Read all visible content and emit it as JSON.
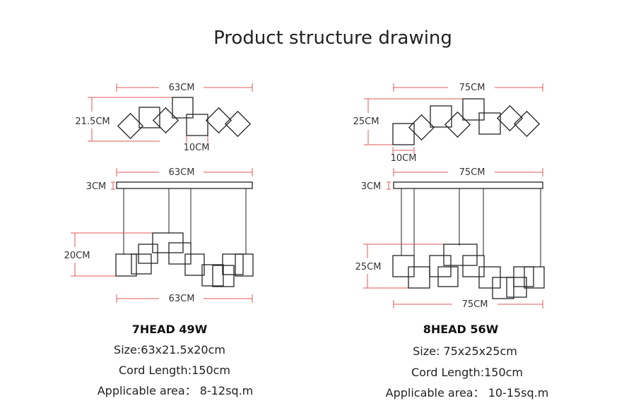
{
  "title": "Product structure drawing",
  "colors": {
    "dimension": "#e05a5a",
    "frame": "#222222",
    "text": "#333333"
  },
  "left": {
    "top_width": "63CM",
    "top_height": "21.5CM",
    "top_square": "10CM",
    "canopy_width": "63CM",
    "canopy_height": "3CM",
    "body_height": "20CM",
    "bottom_width": "63CM",
    "name": "7HEAD 49W",
    "size": "Size:63x21.5x20cm",
    "cord": "Cord Length:150cm",
    "area": "Applicable area： 8-12sq.m"
  },
  "right": {
    "top_width": "75CM",
    "top_height": "25CM",
    "top_square": "10CM",
    "canopy_width": "75CM",
    "canopy_height": "3CM",
    "body_height": "25CM",
    "bottom_width": "75CM",
    "name": "8HEAD 56W",
    "size": "Size: 75x25x25cm",
    "cord": "Cord Length:150cm",
    "area": "Applicable area： 10-15sq.m"
  }
}
